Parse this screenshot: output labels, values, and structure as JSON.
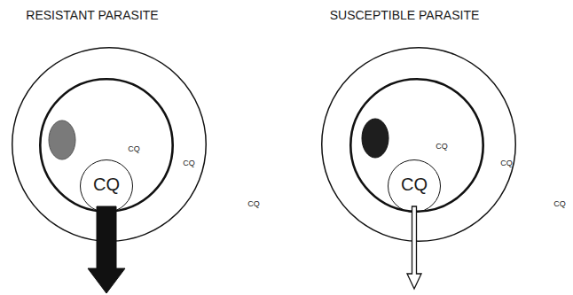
{
  "diagram": {
    "nodes": [
      {
        "text": [
          "RESISTANT PARASITE",
          "CQ"
        ]
      },
      {
        "text": [
          "CQ"
        ],
        "in": 0
      },
      {
        "text": [
          "CQ"
        ],
        "in": 1
      },
      {
        "text": [
          "SUSCEPTIBLE PARASITE",
          "CQ"
        ]
      },
      {
        "text": [
          "CQ"
        ],
        "in": 3
      },
      {
        "text": [
          "CQ"
        ],
        "in": 4
      }
    ],
    "labels": [
      "CQ",
      "CQ"
    ]
  }
}
